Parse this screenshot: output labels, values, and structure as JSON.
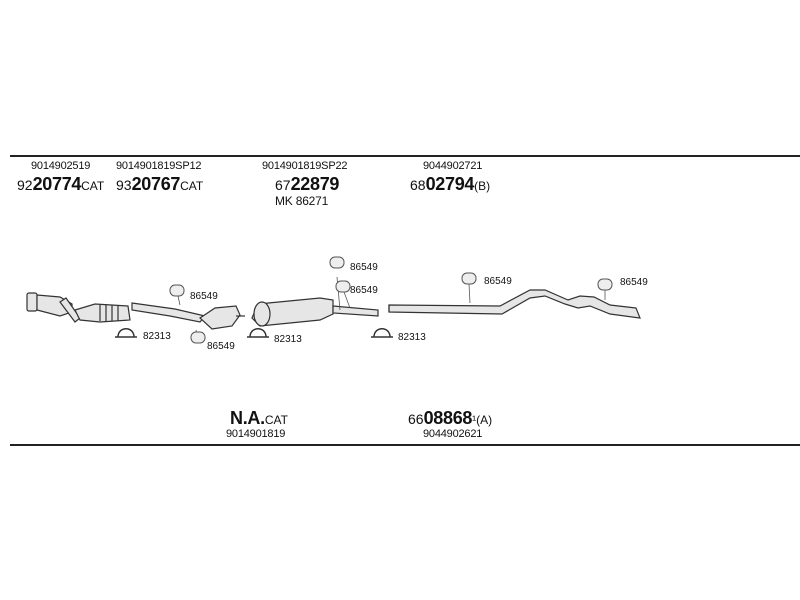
{
  "parts_top": [
    {
      "oe": "9014902519",
      "prefix": "92",
      "bold": "20774",
      "suffix": "CAT"
    },
    {
      "oe": "9014901819SP12",
      "prefix": "93",
      "bold": "20767",
      "suffix": "CAT"
    },
    {
      "oe": "9014901819SP22",
      "prefix": "67",
      "bold": "22879",
      "suffix": "",
      "extra": "MK  86271"
    },
    {
      "oe": "9044902721",
      "prefix": "68",
      "bold": "02794",
      "suffix": "(B)"
    }
  ],
  "parts_bottom": [
    {
      "prefix": "",
      "bold": "N.A.",
      "suffix": "CAT",
      "oe": "9014901819"
    },
    {
      "prefix": "66",
      "bold": "08868",
      "suffix": "¹(A)",
      "oe": "9044902621"
    }
  ],
  "labels": {
    "hanger_a": "86549",
    "hanger_b": "86549",
    "hanger_c": "86549",
    "hanger_d": "86549",
    "hanger_e": "86549",
    "hanger_f": "86549",
    "clamp_a": "82313",
    "clamp_b": "82313",
    "clamp_c": "82313"
  },
  "colors": {
    "line": "#222222",
    "stroke": "#333333",
    "fill": "#e6e6e6"
  }
}
